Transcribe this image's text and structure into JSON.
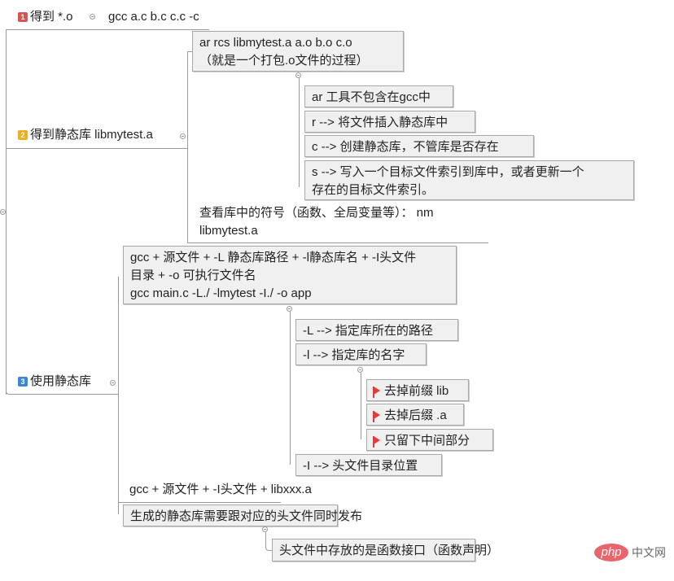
{
  "topics": [
    {
      "badge": "1",
      "badge_color": "#d9534f",
      "label": "得到 *.o",
      "note": "gcc a.c b.c c.c -c"
    },
    {
      "badge": "2",
      "badge_color": "#f0ad1e",
      "label": "得到静态库 libmytest.a",
      "children": {
        "ar_box": {
          "line1": "ar rcs libmytest.a a.o b.o c.o",
          "line2": "（就是一个打包.o文件的过程）",
          "items": [
            "ar 工具不包含在gcc中",
            "r --> 将文件插入静态库中",
            "c --> 创建静态库，不管库是否存在",
            "s --> 写入一个目标文件索引到库中，或者更新一个",
            "存在的目标文件索引。"
          ]
        },
        "nm_line1": "查看库中的符号（函数、全局变量等）： nm",
        "nm_line2": "libmytest.a"
      }
    },
    {
      "badge": "3",
      "badge_color": "#3a87d9",
      "label": "使用静态库",
      "children": {
        "gcc_box": {
          "line1": "gcc + 源文件 + -L 静态库路径 + -l静态库名 + -I头文件",
          "line2": "目录 + -o 可执行文件名",
          "line3": "gcc main.c -L./ -lmytest -I./ -o app",
          "items": [
            "-L --> 指定库所在的路径",
            "-l --> 指定库的名字",
            "-I --> 头文件目录位置"
          ],
          "l_items": [
            "去掉前缀 lib",
            "去掉后缀 .a",
            "只留下中间部分"
          ]
        },
        "gcc_lib": "gcc + 源文件 + -I头文件 + libxxx.a",
        "publish": "生成的静态库需要跟对应的头文件同时发布",
        "publish_child": "头文件中存放的是函数接口（函数声明）"
      }
    }
  ],
  "watermark": {
    "logo": "php",
    "text": "中文网"
  }
}
